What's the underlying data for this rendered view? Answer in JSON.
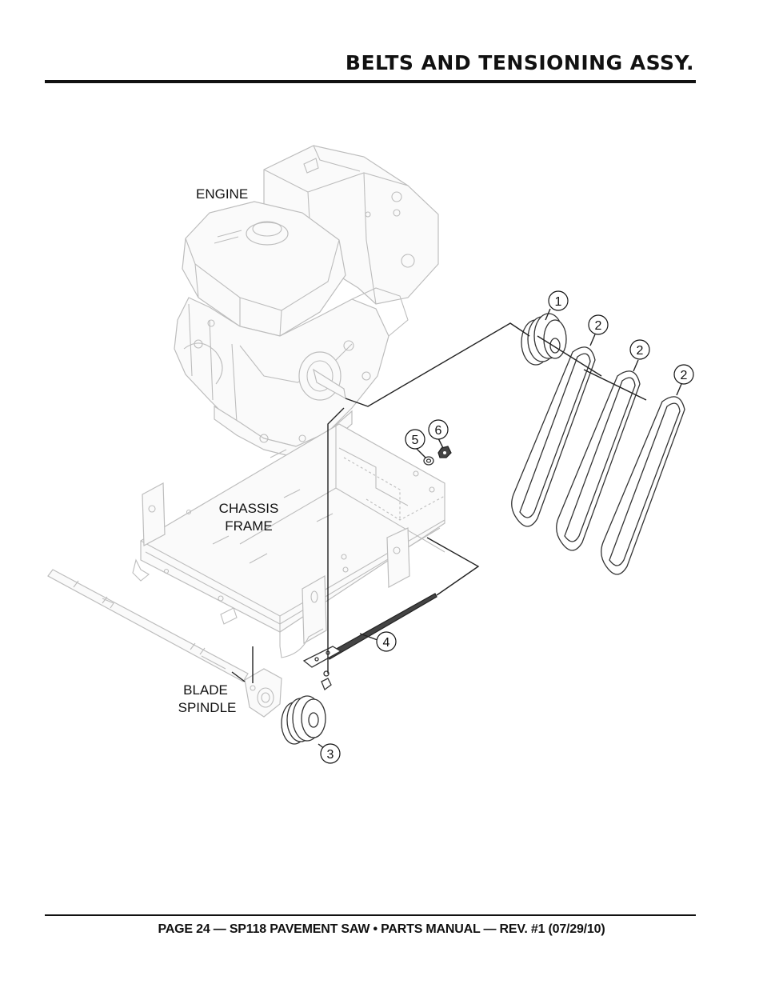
{
  "header": {
    "title": "BELTS AND TENSIONING ASSY."
  },
  "labels": {
    "engine": "ENGINE",
    "chassis_line1": "CHASSIS",
    "chassis_line2": "FRAME",
    "spindle_line1": "BLADE",
    "spindle_line2": "SPINDLE"
  },
  "callouts": {
    "c1": "1",
    "c2a": "2",
    "c2b": "2",
    "c2c": "2",
    "c3": "3",
    "c4": "4",
    "c5": "5",
    "c6": "6"
  },
  "footer": {
    "text": "PAGE 24 — SP118 PAVEMENT SAW • PARTS MANUAL — REV. #1 (07/29/10)"
  }
}
